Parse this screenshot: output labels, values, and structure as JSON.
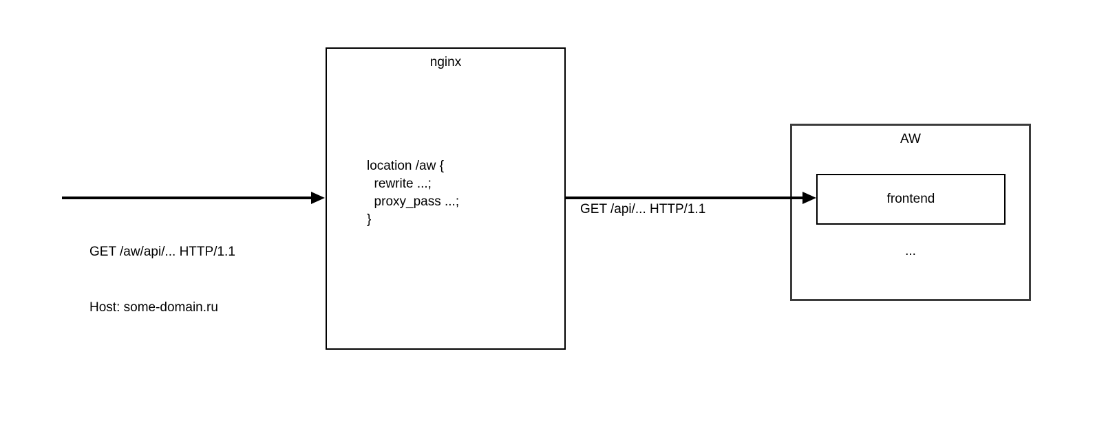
{
  "diagram": {
    "background_color": "#ffffff",
    "line_color": "#000000",
    "incoming_request": {
      "line1": "GET /aw/api/... HTTP/1.1",
      "line2": "Host: some-domain.ru"
    },
    "nginx": {
      "title": "nginx",
      "border_color": "#000000",
      "code": "location /aw {\n  rewrite ...;\n  proxy_pass ...;\n}"
    },
    "proxied_request": {
      "label": "GET /api/... HTTP/1.1"
    },
    "aw": {
      "title": "AW",
      "border_color": "#3b3b3b",
      "frontend_label": "frontend",
      "ellipsis": "..."
    }
  }
}
